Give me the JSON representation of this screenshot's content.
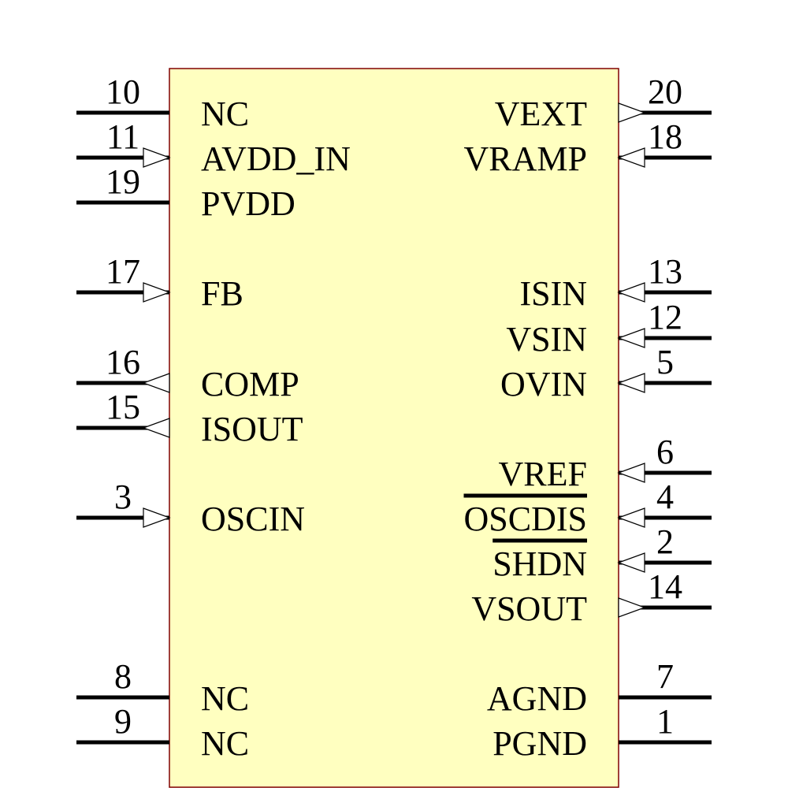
{
  "colors": {
    "body_fill": "#ffffc0",
    "body_stroke": "#800000",
    "pin_line": "#000000",
    "arrow_fill": "#ffffff",
    "arrow_stroke": "#000000",
    "background": "#ffffff"
  },
  "left_pins": [
    {
      "number": "10",
      "name": "NC",
      "direction": "passive"
    },
    {
      "number": "11",
      "name": "AVDD_IN",
      "direction": "input"
    },
    {
      "number": "19",
      "name": "PVDD",
      "direction": "passive"
    },
    {
      "number": "17",
      "name": "FB",
      "direction": "input"
    },
    {
      "number": "16",
      "name": "COMP",
      "direction": "output"
    },
    {
      "number": "15",
      "name": "ISOUT",
      "direction": "output"
    },
    {
      "number": "3",
      "name": "OSCIN",
      "direction": "input"
    },
    {
      "number": "8",
      "name": "NC",
      "direction": "passive"
    },
    {
      "number": "9",
      "name": "NC",
      "direction": "passive"
    }
  ],
  "right_pins": [
    {
      "number": "20",
      "name": "VEXT",
      "direction": "output",
      "overbar": false
    },
    {
      "number": "18",
      "name": "VRAMP",
      "direction": "input",
      "overbar": false
    },
    {
      "number": "13",
      "name": "ISIN",
      "direction": "input",
      "overbar": false
    },
    {
      "number": "12",
      "name": "VSIN",
      "direction": "input",
      "overbar": false
    },
    {
      "number": "5",
      "name": "OVIN",
      "direction": "input",
      "overbar": false
    },
    {
      "number": "6",
      "name": "VREF",
      "direction": "input",
      "overbar": false
    },
    {
      "number": "4",
      "name": "OSCDIS",
      "direction": "input",
      "overbar": true
    },
    {
      "number": "2",
      "name": "SHDN",
      "direction": "input",
      "overbar": true
    },
    {
      "number": "14",
      "name": "VSOUT",
      "direction": "output",
      "overbar": false
    },
    {
      "number": "7",
      "name": "AGND",
      "direction": "passive",
      "overbar": false
    },
    {
      "number": "1",
      "name": "PGND",
      "direction": "passive",
      "overbar": false
    }
  ]
}
